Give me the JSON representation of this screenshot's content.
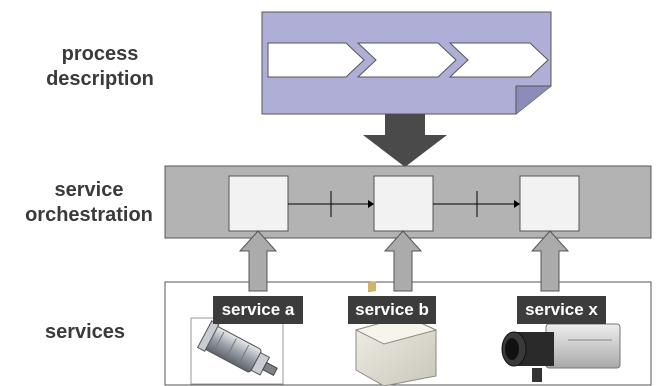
{
  "labels": {
    "process": [
      "process",
      "description"
    ],
    "orchestration": [
      "service",
      "orchestration"
    ],
    "services": "services"
  },
  "service_tags": [
    "service a",
    "service b",
    "service x"
  ],
  "devices": [
    {
      "icon": "servo-motor-icon"
    },
    {
      "icon": "rfid-reader-icon"
    },
    {
      "icon": "camera-icon"
    }
  ],
  "colors": {
    "process_doc": "#aeaed6",
    "orchestration_bar": "#b3b3b3",
    "arrow_dark": "#4a4a4a",
    "service_tag": "#3c3c3c"
  }
}
